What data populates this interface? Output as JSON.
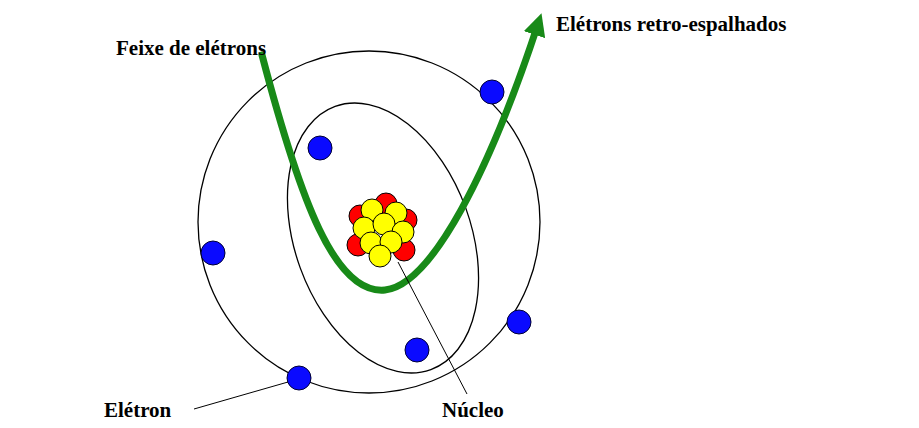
{
  "diagram": {
    "labels": [
      "Feixe de elétrons",
      "Elétrons retro-espalhados",
      "Elétron",
      "Núcleo"
    ]
  }
}
